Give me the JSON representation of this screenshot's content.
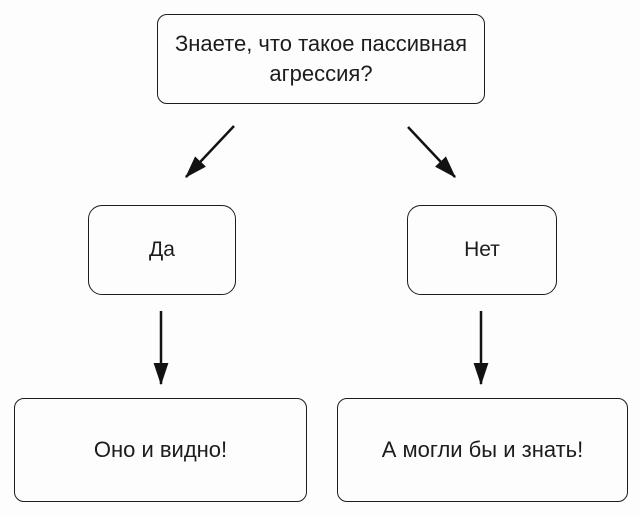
{
  "diagram": {
    "type": "flowchart",
    "language": "ru",
    "nodes": {
      "question": {
        "label": "Знаете, что такое пассивная агрессия?"
      },
      "yes": {
        "label": "Да"
      },
      "no": {
        "label": "Нет"
      },
      "yes_result": {
        "label": "Оно и видно!"
      },
      "no_result": {
        "label": "А могли бы и знать!"
      }
    },
    "edges": [
      {
        "from": "question",
        "to": "yes"
      },
      {
        "from": "question",
        "to": "no"
      },
      {
        "from": "yes",
        "to": "yes_result"
      },
      {
        "from": "no",
        "to": "no_result"
      }
    ],
    "colors": {
      "background": "#fdfdfd",
      "node_background": "#fdfdfd",
      "stroke": "#1d1d1d",
      "text": "#1c1c1c",
      "arrow": "#121212"
    }
  }
}
